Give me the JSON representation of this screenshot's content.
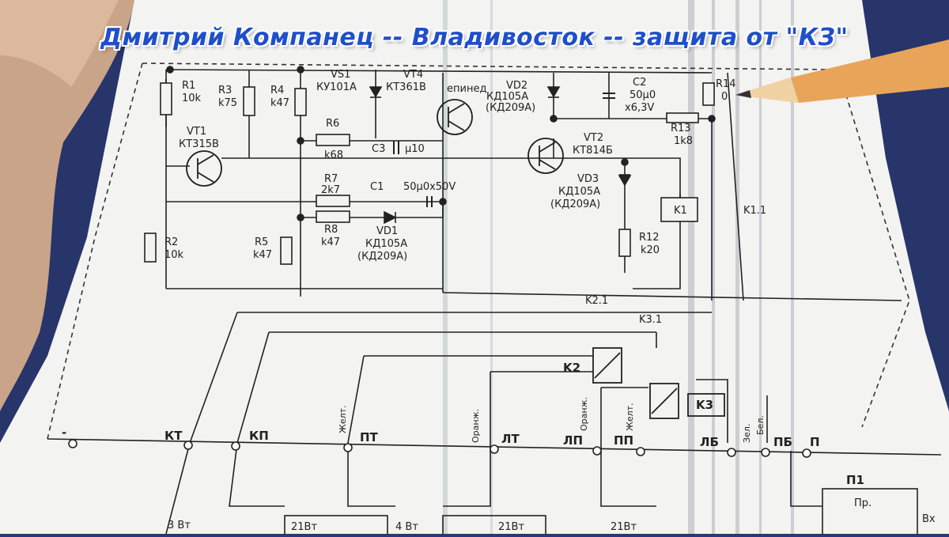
{
  "title": "Дмитрий Компанец -- Владивосток -- защита от \"КЗ\"",
  "components": {
    "r1": {
      "ref": "R1",
      "value": "10k"
    },
    "r3": {
      "ref": "R3",
      "value": "k75"
    },
    "r4": {
      "ref": "R4",
      "value": "k47"
    },
    "vs1": {
      "ref": "VS1",
      "value": "КУ101А"
    },
    "vt4": {
      "ref": "VT4",
      "value": "КТ361В"
    },
    "vt4_extra": "епинед",
    "vd2": {
      "ref": "VD2",
      "value": "КД105А",
      "alt": "(КД209А)"
    },
    "c2": {
      "ref": "C2",
      "value": "50μ0",
      "rating": "x6,3V"
    },
    "r14": {
      "ref": "R14",
      "value": "0"
    },
    "r6": {
      "ref": "R6",
      "value": "k68"
    },
    "c3": {
      "ref": "C3",
      "value": "μ10"
    },
    "r13": {
      "ref": "R13",
      "value": "1k8"
    },
    "vt1": {
      "ref": "VT1",
      "value": "КТ315В"
    },
    "vt2": {
      "ref": "VT2",
      "value": "КТ814Б"
    },
    "r7": {
      "ref": "R7",
      "value": "2k7"
    },
    "c1": {
      "ref": "C1",
      "value": "50μ0x50V"
    },
    "vd3": {
      "ref": "VD3",
      "value": "КД105А",
      "alt": "(КД209А)"
    },
    "k1": {
      "ref": "K1"
    },
    "k11": {
      "ref": "K1.1"
    },
    "r8": {
      "ref": "R8",
      "value": "k47"
    },
    "vd1": {
      "ref": "VD1",
      "value": "КД105А",
      "alt": "(КД209А)"
    },
    "r2": {
      "ref": "R2",
      "value": "10k"
    },
    "r5": {
      "ref": "R5",
      "value": "k47"
    },
    "r12": {
      "ref": "R12",
      "value": "k20"
    },
    "k21": {
      "ref": "K2.1"
    },
    "k31": {
      "ref": "K3.1"
    },
    "k2": {
      "ref": "K2"
    },
    "k3": {
      "ref": "K3"
    },
    "p1": {
      "ref": "П1",
      "label_pr": "Пр.",
      "label_vx": "Вх"
    }
  },
  "terminals": [
    "-",
    "КТ",
    "КП",
    "ПТ",
    "ЛТ",
    "ЛП",
    "ПП",
    "ЛБ",
    "ПБ",
    "П"
  ],
  "wire_colors": [
    "Желт.",
    "Оранж.",
    "Оранж.",
    "Желт.",
    "Зел.",
    "Бел."
  ],
  "lamps": [
    "3 Вт",
    "21Вт",
    "4 Вт",
    "21Вт",
    "21Вт"
  ]
}
